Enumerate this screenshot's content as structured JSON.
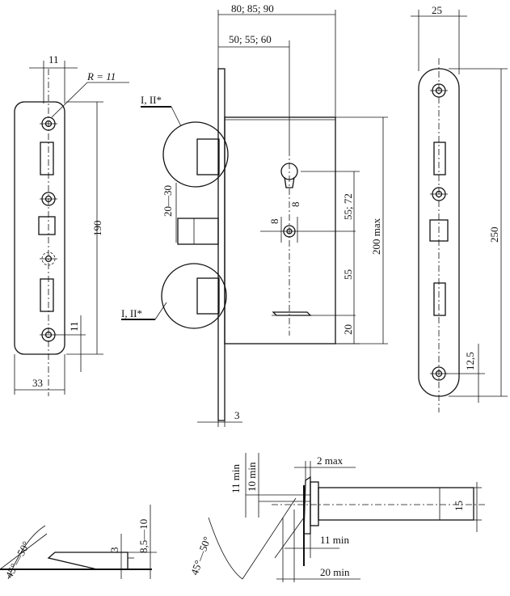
{
  "diagram": {
    "top_dims": {
      "overall_depth": "80; 85; 90",
      "backset": "50; 55; 60",
      "faceplate_width": "25"
    },
    "left_plate": {
      "width_top": "11",
      "radius": "R = 11",
      "height": "190",
      "bottom_offset": "11",
      "width": "33"
    },
    "body": {
      "callout_upper": "I, II*",
      "callout_lower": "I, II*",
      "latch_range": "20—30",
      "pin_small": "8",
      "pin_small2": "8",
      "cyl_dist": "55; 72",
      "spindle_dist": "55",
      "bottom_dist": "20",
      "height_max": "200 max",
      "plate_thickness": "3"
    },
    "right_plate": {
      "length": "250",
      "bottom_offset": "12,5"
    },
    "latch_detail": {
      "angle": "45°—50°",
      "step": "3",
      "height": "8,5—10"
    },
    "bolt_detail": {
      "gap_max": "2 max",
      "min_a": "11 min",
      "min_b": "10 min",
      "diameter": "15",
      "min_c": "11 min",
      "min_d": "20 min",
      "angle": "45°—50°"
    }
  }
}
